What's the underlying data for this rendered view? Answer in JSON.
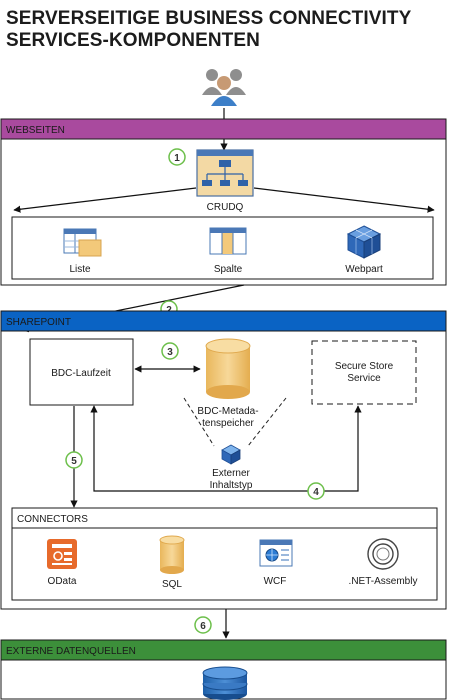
{
  "title": {
    "line1": "SERVERSEITIGE BUSINESS CONNECTIVITY",
    "line2": "SERVICES-KOMPONENTEN"
  },
  "colors": {
    "webseiten_bar": "#a94a9e",
    "sharepoint_bar": "#0a63c4",
    "externe_bar": "#3c8f3a",
    "step_circle": "#6cbf4a",
    "database": "#f3c97a"
  },
  "sections": {
    "webseiten": "WEBSEITEN",
    "sharepoint": "SHAREPOINT",
    "connectors": "CONNECTORS",
    "externe": "EXTERNE DATENQUELLEN"
  },
  "steps": [
    "1",
    "2",
    "3",
    "4",
    "5",
    "6"
  ],
  "nodes": {
    "crudq": "CRUDQ",
    "liste": "Liste",
    "spalte": "Spalte",
    "webpart": "Webpart",
    "bdc_laufzeit": "BDC-Laufzeit",
    "bdc_meta_1": "BDC-Metada-",
    "bdc_meta_2": "tenspeicher",
    "secure_1": "Secure Store",
    "secure_2": "Service",
    "externer_1": "Externer",
    "externer_2": "Inhaltstyp",
    "odata": "OData",
    "sql": "SQL",
    "wcf": "WCF",
    "net_assembly": ".NET-Assembly"
  },
  "icons": {
    "users": "users-group-icon",
    "crudq": "sitemap-page-icon",
    "liste": "list-icon",
    "spalte": "column-icon",
    "webpart": "webpart-cube-icon",
    "metadata_store": "database-cylinder-icon",
    "external_content_type": "cube-icon",
    "odata": "odata-icon",
    "sql": "sql-database-icon",
    "wcf": "wcf-window-icon",
    "net_assembly": "assembly-ring-icon",
    "external_db": "database-stack-icon"
  }
}
